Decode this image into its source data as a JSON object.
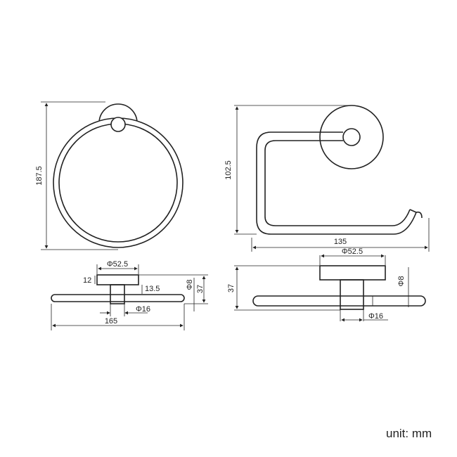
{
  "unit_label": "unit: mm",
  "towel_ring": {
    "front": {
      "height": "187.5"
    },
    "side": {
      "plate_diameter": "Φ52.5",
      "plate_thickness": "12",
      "neck_length": "13.5",
      "bar_diameter": "Φ8",
      "depth": "37",
      "neck_diameter": "Φ16",
      "width": "165"
    }
  },
  "paper_holder": {
    "front": {
      "height": "102.5",
      "width": "135"
    },
    "side": {
      "plate_diameter": "Φ52.5",
      "depth": "37",
      "bar_diameter": "Φ8",
      "neck_diameter": "Φ16"
    }
  }
}
